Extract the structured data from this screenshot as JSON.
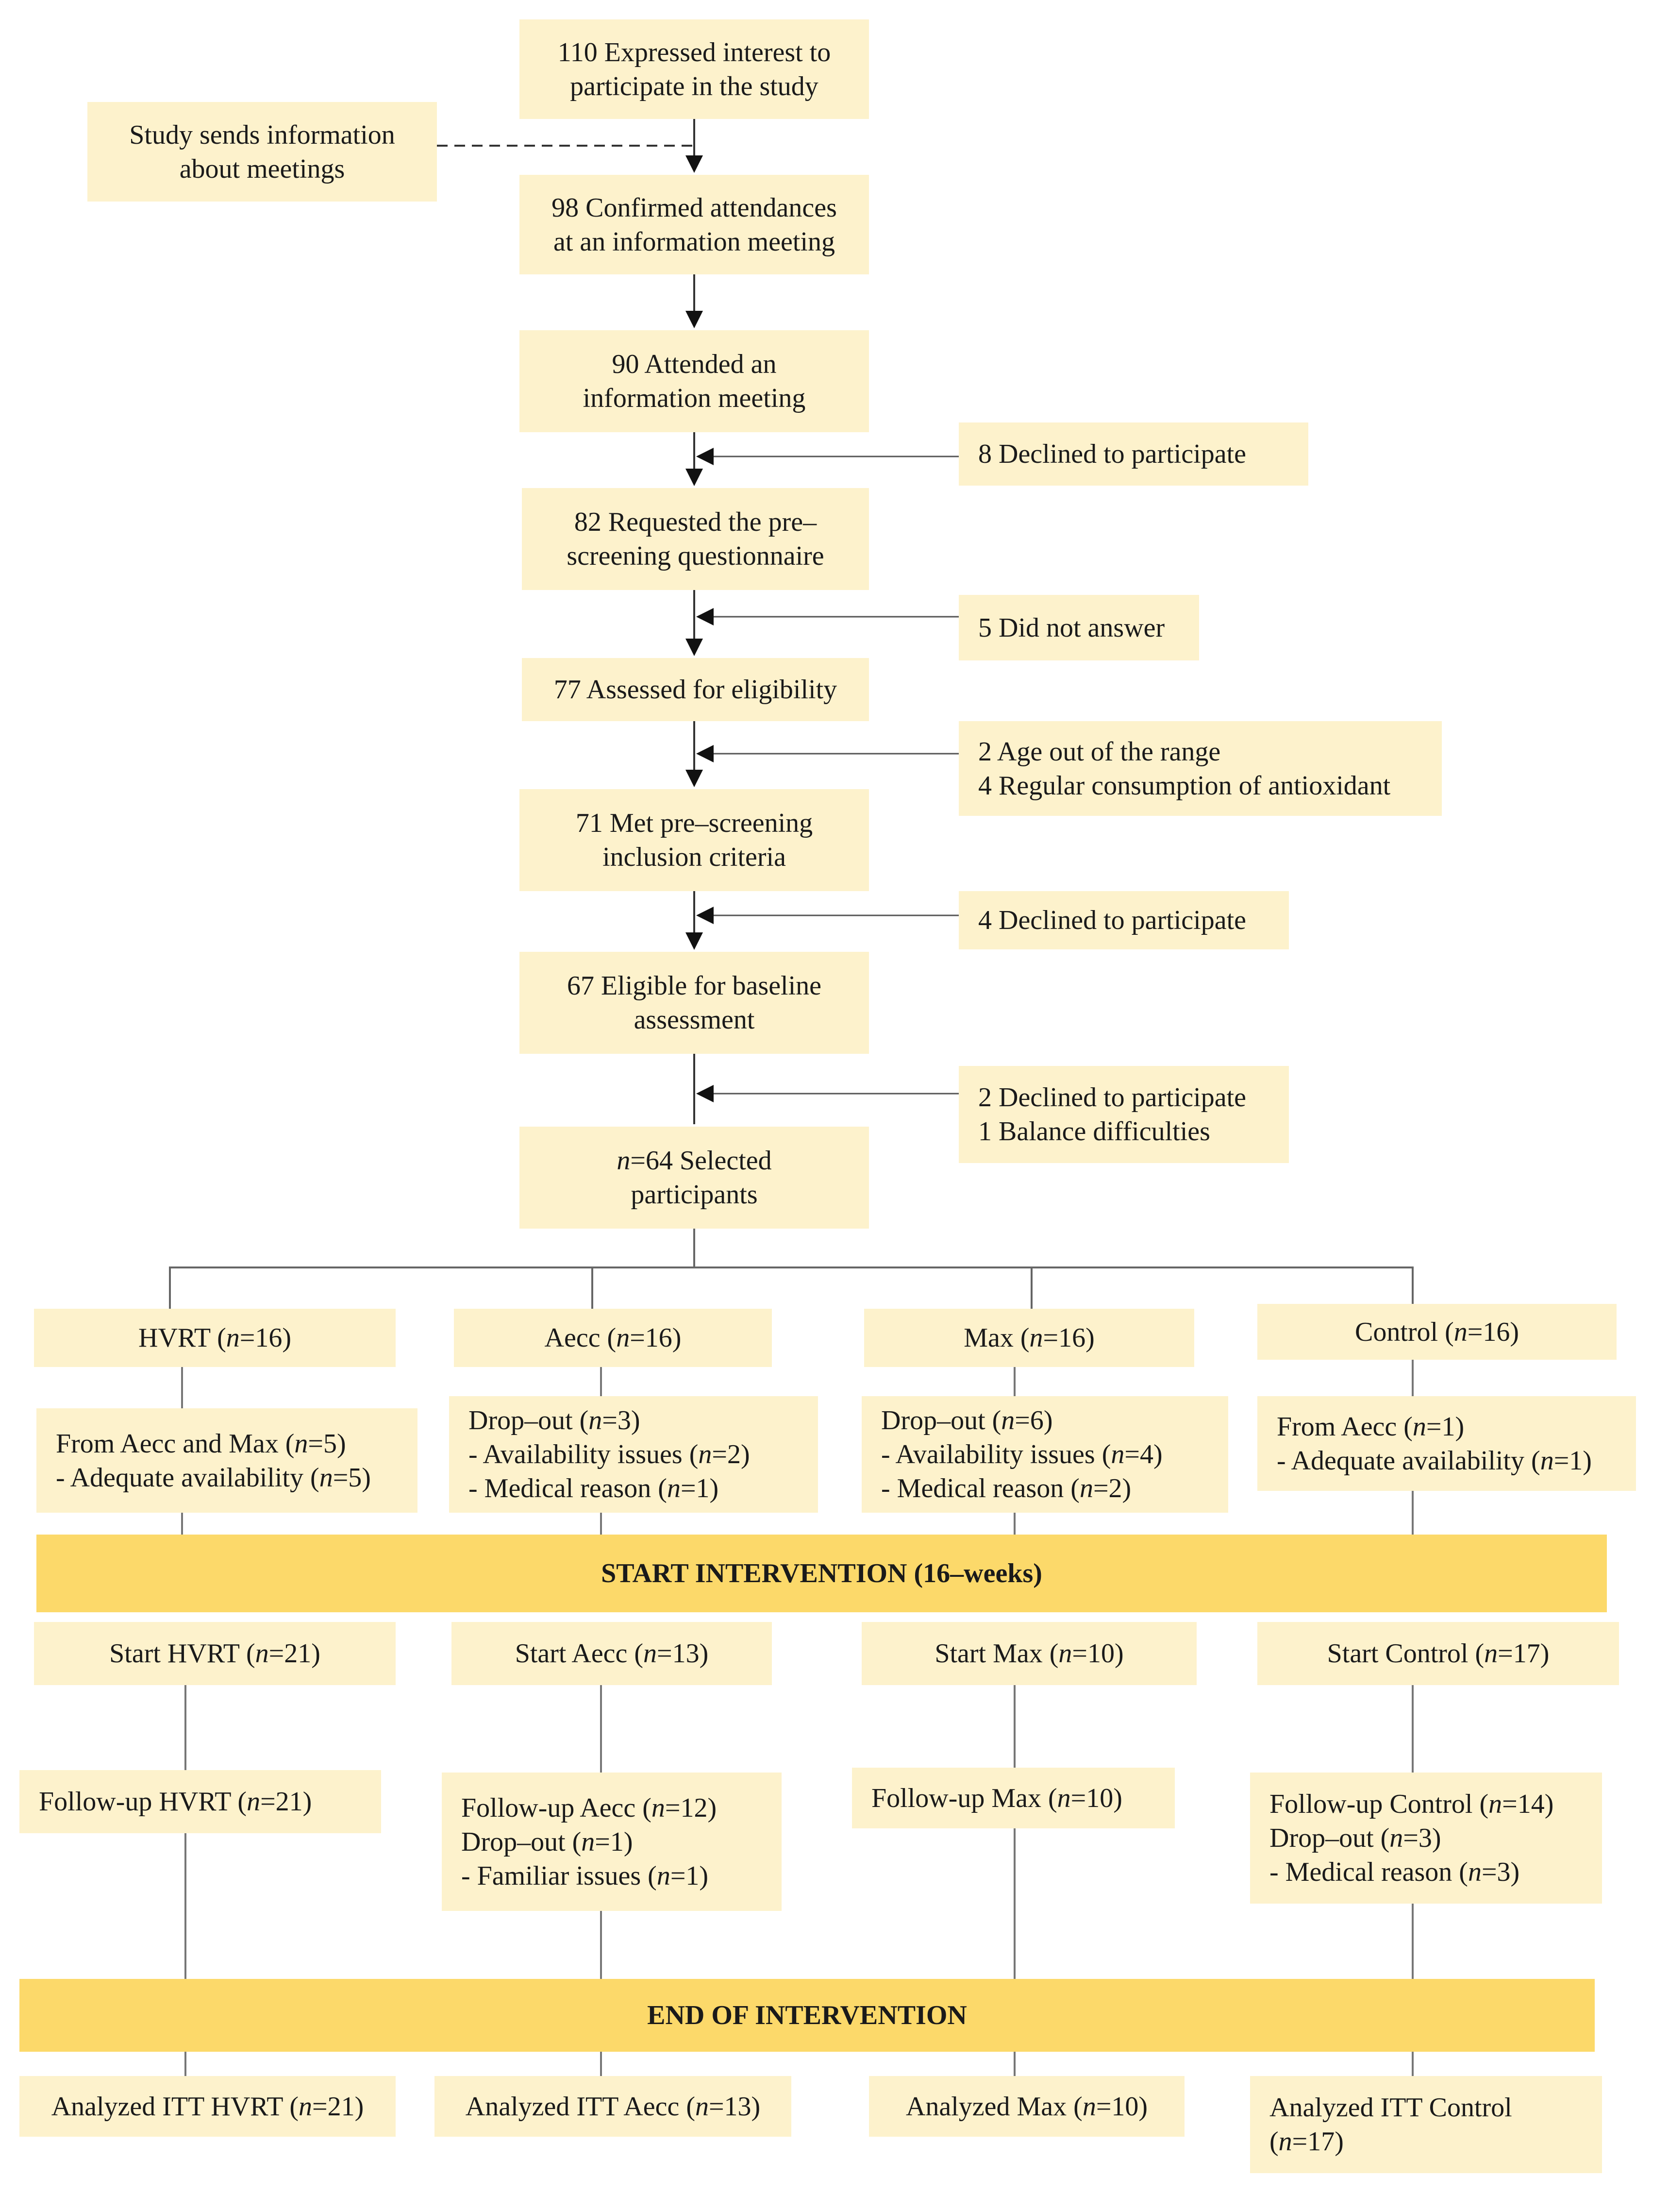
{
  "top": {
    "expressed_interest": [
      "110 Expressed interest to",
      "participate in the study"
    ],
    "study_sends": [
      "Study sends information",
      "about meetings"
    ],
    "confirmed": [
      "98 Confirmed attendances",
      "at an information meeting"
    ],
    "attended": [
      "90 Attended an",
      "information meeting"
    ],
    "declined_8": "8 Declined to participate",
    "requested": [
      "82 Requested the pre–",
      "screening questionnaire"
    ],
    "did_not_answer": "5 Did not answer",
    "assessed": "77 Assessed for eligibility",
    "excluded_age": [
      "2 Age out of the range",
      "4 Regular consumption of antioxidant"
    ],
    "met_criteria": [
      "71 Met pre–screening",
      "inclusion criteria"
    ],
    "declined_4": "4 Declined to participate",
    "eligible": [
      "67 Eligible for baseline",
      "assessment"
    ],
    "declined_balance": [
      "2 Declined to participate",
      "1 Balance difficulties"
    ],
    "selected": {
      "n": "n",
      "rest": "=64 Selected",
      "line2": "participants"
    }
  },
  "groups": {
    "hvrt": {
      "name": "HVRT (",
      "n": "n",
      "val": "=16)"
    },
    "aecc": {
      "name": "Aecc (",
      "n": "n",
      "val": "=16)"
    },
    "max": {
      "name": "Max (",
      "n": "n",
      "val": "=16)"
    },
    "control": {
      "name": "Control (",
      "n": "n",
      "val": "=16)"
    }
  },
  "transfers": {
    "hvrt": {
      "l1a": "From Aecc and Max (",
      "l1n": "n",
      "l1b": "=5)",
      "l2a": "- Adequate availability (",
      "l2n": "n",
      "l2b": "=5)"
    },
    "aecc": {
      "l1a": "Drop–out (",
      "l1n": "n",
      "l1b": "=3)",
      "l2a": "- Availability issues (",
      "l2n": "n",
      "l2b": "=2)",
      "l3a": "- Medical reason (",
      "l3n": "n",
      "l3b": "=1)"
    },
    "max": {
      "l1a": "Drop–out (",
      "l1n": "n",
      "l1b": "=6)",
      "l2a": "- Availability issues (",
      "l2n": "n",
      "l2b": "=4)",
      "l3a": "- Medical reason (",
      "l3n": "n",
      "l3b": "=2)"
    },
    "control": {
      "l1a": "From Aecc (",
      "l1n": "n",
      "l1b": "=1)",
      "l2a": "- Adequate availability (",
      "l2n": "n",
      "l2b": "=1)"
    }
  },
  "start_band": "START INTERVENTION (16–weeks)",
  "starts": {
    "hvrt": {
      "a": "Start HVRT (",
      "n": "n",
      "b": "=21)"
    },
    "aecc": {
      "a": "Start Aecc (",
      "n": "n",
      "b": "=13)"
    },
    "max": {
      "a": "Start Max (",
      "n": "n",
      "b": "=10)"
    },
    "control": {
      "a": "Start Control (",
      "n": "n",
      "b": "=17)"
    }
  },
  "followups": {
    "hvrt": {
      "a": "Follow-up HVRT (",
      "n": "n",
      "b": "=21)"
    },
    "aecc": {
      "l1a": "Follow-up Aecc (",
      "l1n": "n",
      "l1b": "=12)",
      "l2a": "Drop–out (",
      "l2n": "n",
      "l2b": "=1)",
      "l3a": "- Familiar issues (",
      "l3n": "n",
      "l3b": "=1)"
    },
    "max": {
      "a": "Follow-up Max (",
      "n": "n",
      "b": "=10)"
    },
    "control": {
      "l1a": "Follow-up Control (",
      "l1n": "n",
      "l1b": "=14)",
      "l2a": "Drop–out (",
      "l2n": "n",
      "l2b": "=3)",
      "l3a": "- Medical reason (",
      "l3n": "n",
      "l3b": "=3)"
    }
  },
  "end_band": "END OF INTERVENTION",
  "analyzed": {
    "hvrt": {
      "a": "Analyzed ITT HVRT (",
      "n": "n",
      "b": "=21)"
    },
    "aecc": {
      "a": "Analyzed ITT Aecc (",
      "n": "n",
      "b": "=13)"
    },
    "max": {
      "a": "Analyzed Max (",
      "n": "n",
      "b": "=10)"
    },
    "control": {
      "l1": "Analyzed ITT Control",
      "l2a": "(",
      "l2n": "n",
      "l2b": "=17)"
    }
  },
  "colors": {
    "box_fill": "#fdf2cc",
    "band_fill": "#fcd96a",
    "line": "#555555"
  }
}
